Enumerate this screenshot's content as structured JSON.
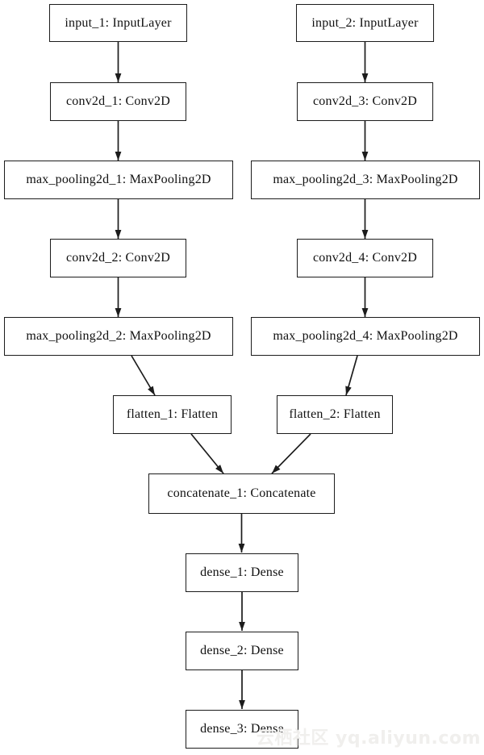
{
  "diagram": {
    "type": "neural-network-layer-graph",
    "nodes": [
      {
        "id": "input_1",
        "label": "input_1: InputLayer"
      },
      {
        "id": "conv2d_1",
        "label": "conv2d_1: Conv2D"
      },
      {
        "id": "max_pooling2d_1",
        "label": "max_pooling2d_1: MaxPooling2D"
      },
      {
        "id": "conv2d_2",
        "label": "conv2d_2: Conv2D"
      },
      {
        "id": "max_pooling2d_2",
        "label": "max_pooling2d_2: MaxPooling2D"
      },
      {
        "id": "flatten_1",
        "label": "flatten_1: Flatten"
      },
      {
        "id": "input_2",
        "label": "input_2: InputLayer"
      },
      {
        "id": "conv2d_3",
        "label": "conv2d_3: Conv2D"
      },
      {
        "id": "max_pooling2d_3",
        "label": "max_pooling2d_3: MaxPooling2D"
      },
      {
        "id": "conv2d_4",
        "label": "conv2d_4: Conv2D"
      },
      {
        "id": "max_pooling2d_4",
        "label": "max_pooling2d_4: MaxPooling2D"
      },
      {
        "id": "flatten_2",
        "label": "flatten_2: Flatten"
      },
      {
        "id": "concatenate_1",
        "label": "concatenate_1: Concatenate"
      },
      {
        "id": "dense_1",
        "label": "dense_1: Dense"
      },
      {
        "id": "dense_2",
        "label": "dense_2: Dense"
      },
      {
        "id": "dense_3",
        "label": "dense_3: Dense"
      }
    ],
    "edges": [
      {
        "from": "input_1",
        "to": "conv2d_1"
      },
      {
        "from": "conv2d_1",
        "to": "max_pooling2d_1"
      },
      {
        "from": "max_pooling2d_1",
        "to": "conv2d_2"
      },
      {
        "from": "conv2d_2",
        "to": "max_pooling2d_2"
      },
      {
        "from": "max_pooling2d_2",
        "to": "flatten_1"
      },
      {
        "from": "flatten_1",
        "to": "concatenate_1"
      },
      {
        "from": "input_2",
        "to": "conv2d_3"
      },
      {
        "from": "conv2d_3",
        "to": "max_pooling2d_3"
      },
      {
        "from": "max_pooling2d_3",
        "to": "conv2d_4"
      },
      {
        "from": "conv2d_4",
        "to": "max_pooling2d_4"
      },
      {
        "from": "max_pooling2d_4",
        "to": "flatten_2"
      },
      {
        "from": "flatten_2",
        "to": "concatenate_1"
      },
      {
        "from": "concatenate_1",
        "to": "dense_1"
      },
      {
        "from": "dense_1",
        "to": "dense_2"
      },
      {
        "from": "dense_2",
        "to": "dense_3"
      }
    ],
    "colors": {
      "node_border": "#1c1c1c",
      "node_fill": "#ffffff",
      "edge": "#1c1c1c",
      "background": "#ffffff"
    }
  },
  "watermark": {
    "text": "云栖社区 yq.aliyun.com",
    "color": "#f0efed"
  }
}
